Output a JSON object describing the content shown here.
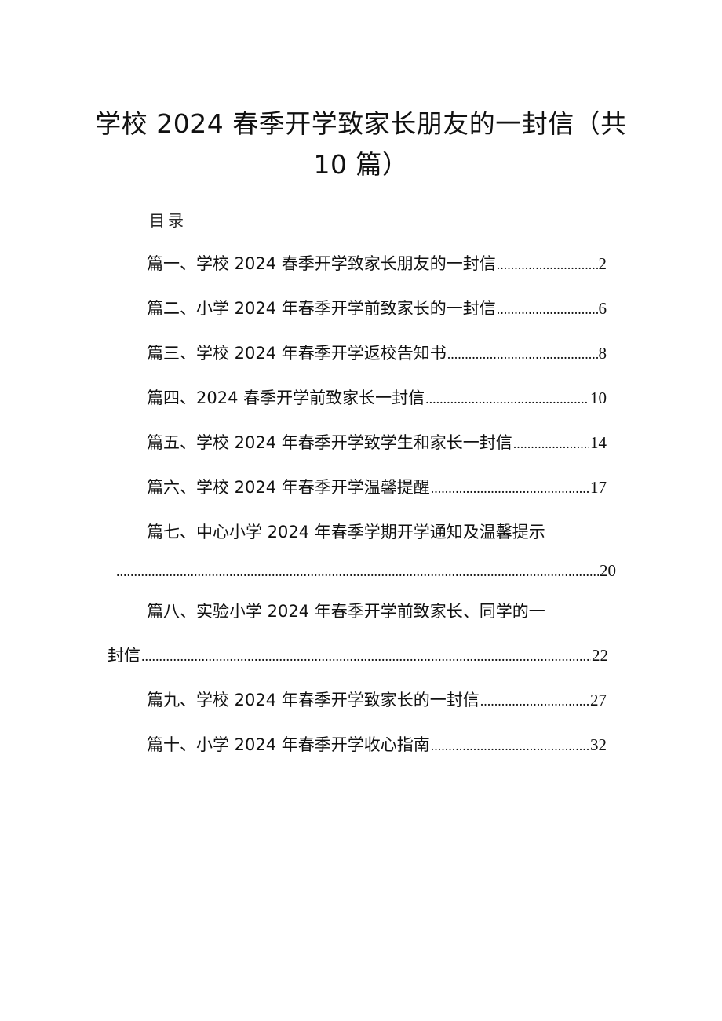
{
  "document": {
    "title_line1": "学校 2024 春季开学致家长朋友的一封信（共",
    "title_line2": "10 篇）",
    "toc_heading": "目录",
    "entries": [
      {
        "label": "篇一、学校 2024 春季开学致家长朋友的一封信",
        "page": "2"
      },
      {
        "label": "篇二、小学 2024 年春季开学前致家长的一封信",
        "page": "6"
      },
      {
        "label": "篇三、学校 2024 年春季开学返校告知书",
        "page": "8"
      },
      {
        "label": "篇四、2024 春季开学前致家长一封信",
        "page": "10"
      },
      {
        "label": "篇五、学校 2024 年春季开学致学生和家长一封信",
        "page": "14"
      },
      {
        "label": "篇六、学校 2024 年春季开学温馨提醒",
        "page": "17"
      },
      {
        "label": "篇七、中心小学 2024 年春季学期开学通知及温馨提示",
        "page": "20"
      },
      {
        "label_line1": "篇八、实验小学 2024 年春季开学前致家长、同学的一",
        "label_line2": "封信",
        "page": "22"
      },
      {
        "label": "篇九、学校 2024 年春季开学致家长的一封信 ",
        "page": "27"
      },
      {
        "label": "篇十、小学 2024 年春季开学收心指南",
        "page": "32"
      }
    ]
  }
}
